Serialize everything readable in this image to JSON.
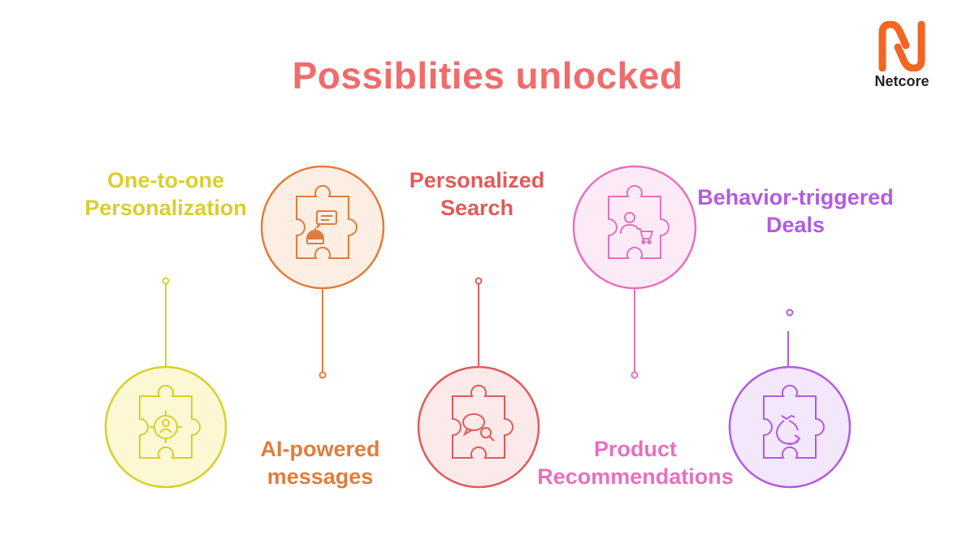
{
  "title": "Possiblities unlocked",
  "brand": {
    "name": "Netcore",
    "color": "#f26522"
  },
  "title_color": "#f16b6b",
  "steps": [
    {
      "line1": "One-to-one",
      "line2": "Personalization",
      "color": "#d9cf2a",
      "fill": "#fcf8d4",
      "icon": "target-user-icon"
    },
    {
      "line1": "AI-powered",
      "line2": "messages",
      "color": "#e07d3c",
      "fill": "#fdeee3",
      "icon": "chatbot-icon"
    },
    {
      "line1": "Personalized",
      "line2": "Search",
      "color": "#e25a5a",
      "fill": "#fce9e9",
      "icon": "chat-search-icon"
    },
    {
      "line1": "Product",
      "line2": "Recommendations",
      "color": "#e670bf",
      "fill": "#fcebf7",
      "icon": "shopper-cart-icon"
    },
    {
      "line1": "Behavior-triggered",
      "line2": "Deals",
      "color": "#b35be0",
      "fill": "#f3e7fb",
      "icon": "money-bag-icon"
    }
  ]
}
